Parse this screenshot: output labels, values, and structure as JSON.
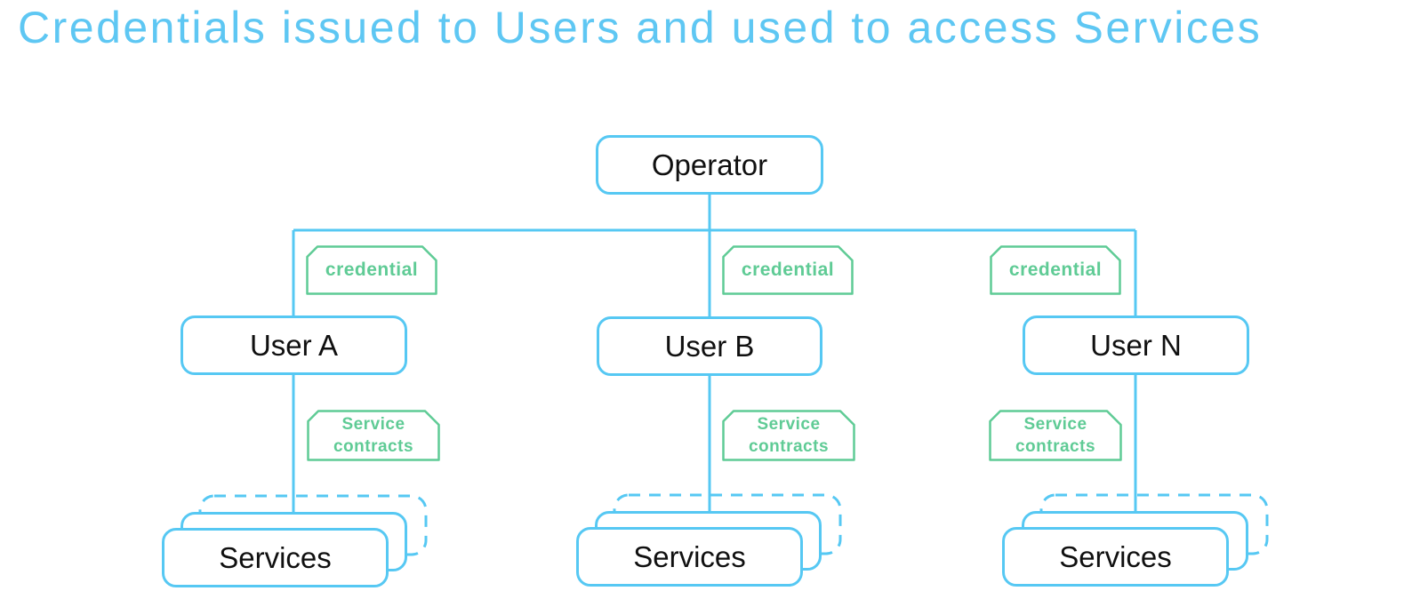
{
  "title": "Credentials issued to Users and used to access Services",
  "colors": {
    "line_blue": "#56c8f3",
    "title_blue": "#5ec7f3",
    "tag_green": "#5fcb95",
    "label_text": "#101010",
    "background": "#ffffff"
  },
  "operator": {
    "label": "Operator"
  },
  "columns": [
    {
      "credential_tag": "credential",
      "user_label": "User A",
      "contract_tag": "Service contracts",
      "services_label": "Services"
    },
    {
      "credential_tag": "credential",
      "user_label": "User B",
      "contract_tag": "Service contracts",
      "services_label": "Services"
    },
    {
      "credential_tag": "credential",
      "user_label": "User N",
      "contract_tag": "Service contracts",
      "services_label": "Services"
    }
  ]
}
